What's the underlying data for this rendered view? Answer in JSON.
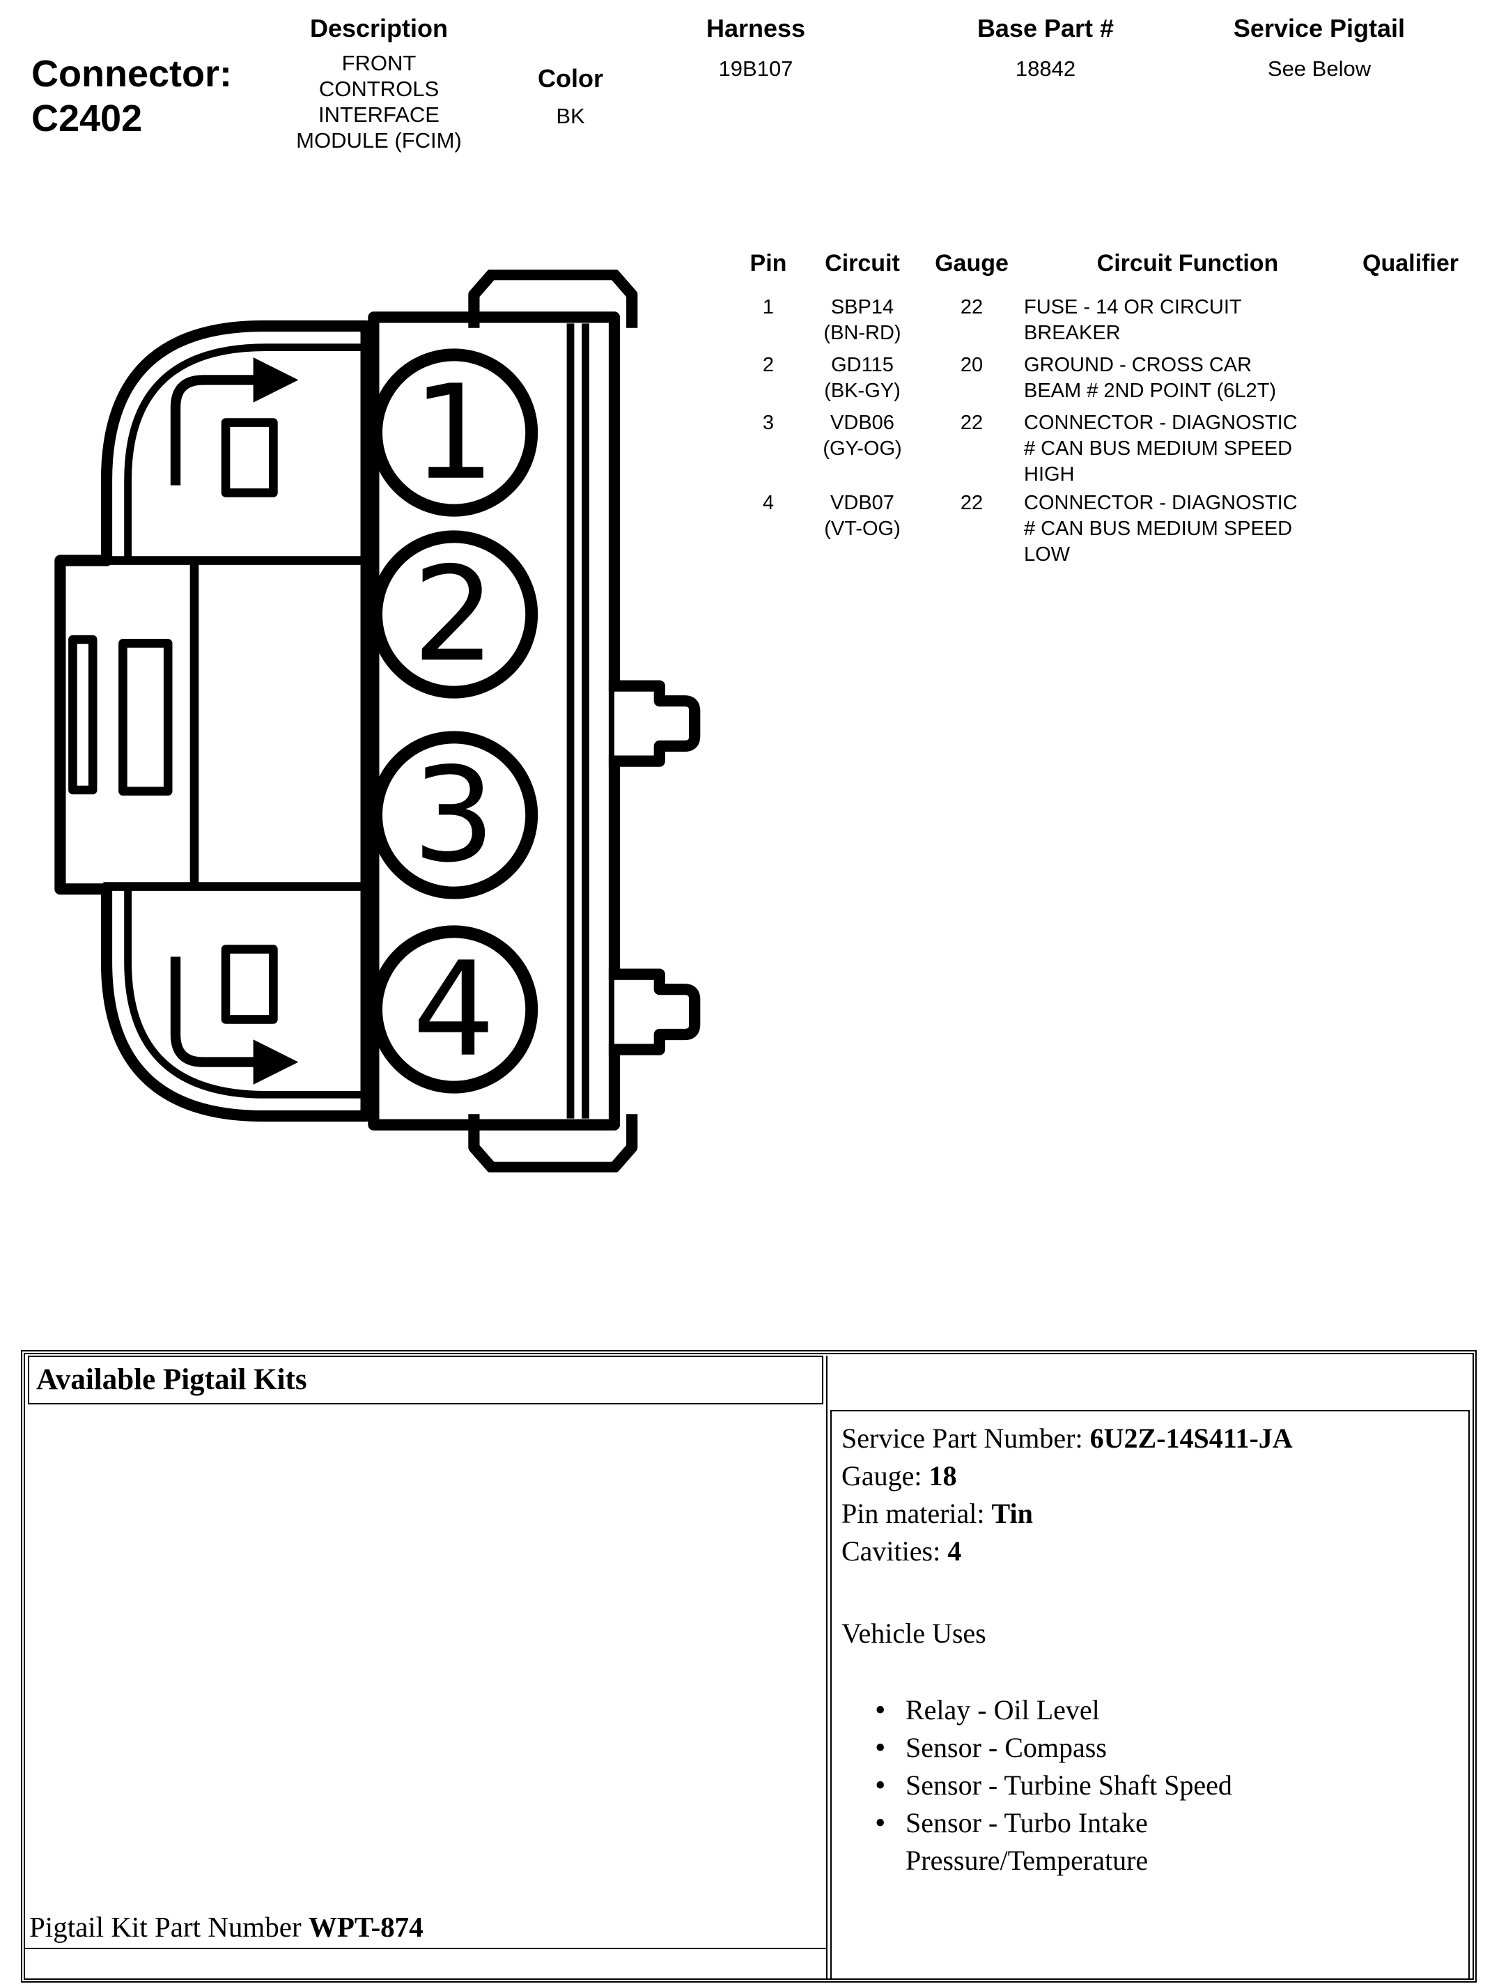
{
  "header": {
    "connector_label": "Connector:",
    "connector_id": "C2402",
    "description_label": "Description",
    "description_value": "FRONT\nCONTROLS\nINTERFACE\nMODULE (FCIM)",
    "color_label": "Color",
    "color_value": "BK",
    "harness_label": "Harness",
    "harness_value": "19B107",
    "base_part_label": "Base Part #",
    "base_part_value": "18842",
    "service_pigtail_label": "Service Pigtail",
    "service_pigtail_value": "See Below"
  },
  "diagram": {
    "cavities": [
      "1",
      "2",
      "3",
      "4"
    ]
  },
  "pin_table": {
    "headers": {
      "pin": "Pin",
      "circuit": "Circuit",
      "gauge": "Gauge",
      "function": "Circuit Function",
      "qualifier": "Qualifier"
    },
    "rows": [
      {
        "pin": "1",
        "circuit": "SBP14\n(BN-RD)",
        "gauge": "22",
        "function": "FUSE - 14 OR CIRCUIT\nBREAKER",
        "qualifier": ""
      },
      {
        "pin": "2",
        "circuit": "GD115\n(BK-GY)",
        "gauge": "20",
        "function": "GROUND - CROSS CAR\nBEAM # 2ND POINT (6L2T)",
        "qualifier": ""
      },
      {
        "pin": "3",
        "circuit": "VDB06\n(GY-OG)",
        "gauge": "22",
        "function": "CONNECTOR - DIAGNOSTIC\n# CAN BUS MEDIUM SPEED\nHIGH",
        "qualifier": ""
      },
      {
        "pin": "4",
        "circuit": "VDB07\n(VT-OG)",
        "gauge": "22",
        "function": "CONNECTOR - DIAGNOSTIC\n# CAN BUS MEDIUM SPEED\nLOW",
        "qualifier": ""
      }
    ]
  },
  "pigtail": {
    "available_kits_title": "Available Pigtail Kits",
    "service_part_label": "Service Part Number: ",
    "service_part_value": "6U2Z-14S411-JA",
    "gauge_label": "Gauge: ",
    "gauge_value": "18",
    "pin_material_label": "Pin material: ",
    "pin_material_value": "Tin",
    "cavities_label": "Cavities: ",
    "cavities_value": "4",
    "vehicle_uses_title": "Vehicle Uses",
    "vehicle_uses": [
      "Relay - Oil Level",
      "Sensor - Compass",
      "Sensor - Turbine Shaft Speed",
      "Sensor - Turbo Intake Pressure/Temperature"
    ],
    "kit_part_label": "Pigtail Kit Part Number ",
    "kit_part_value": "WPT-874"
  }
}
